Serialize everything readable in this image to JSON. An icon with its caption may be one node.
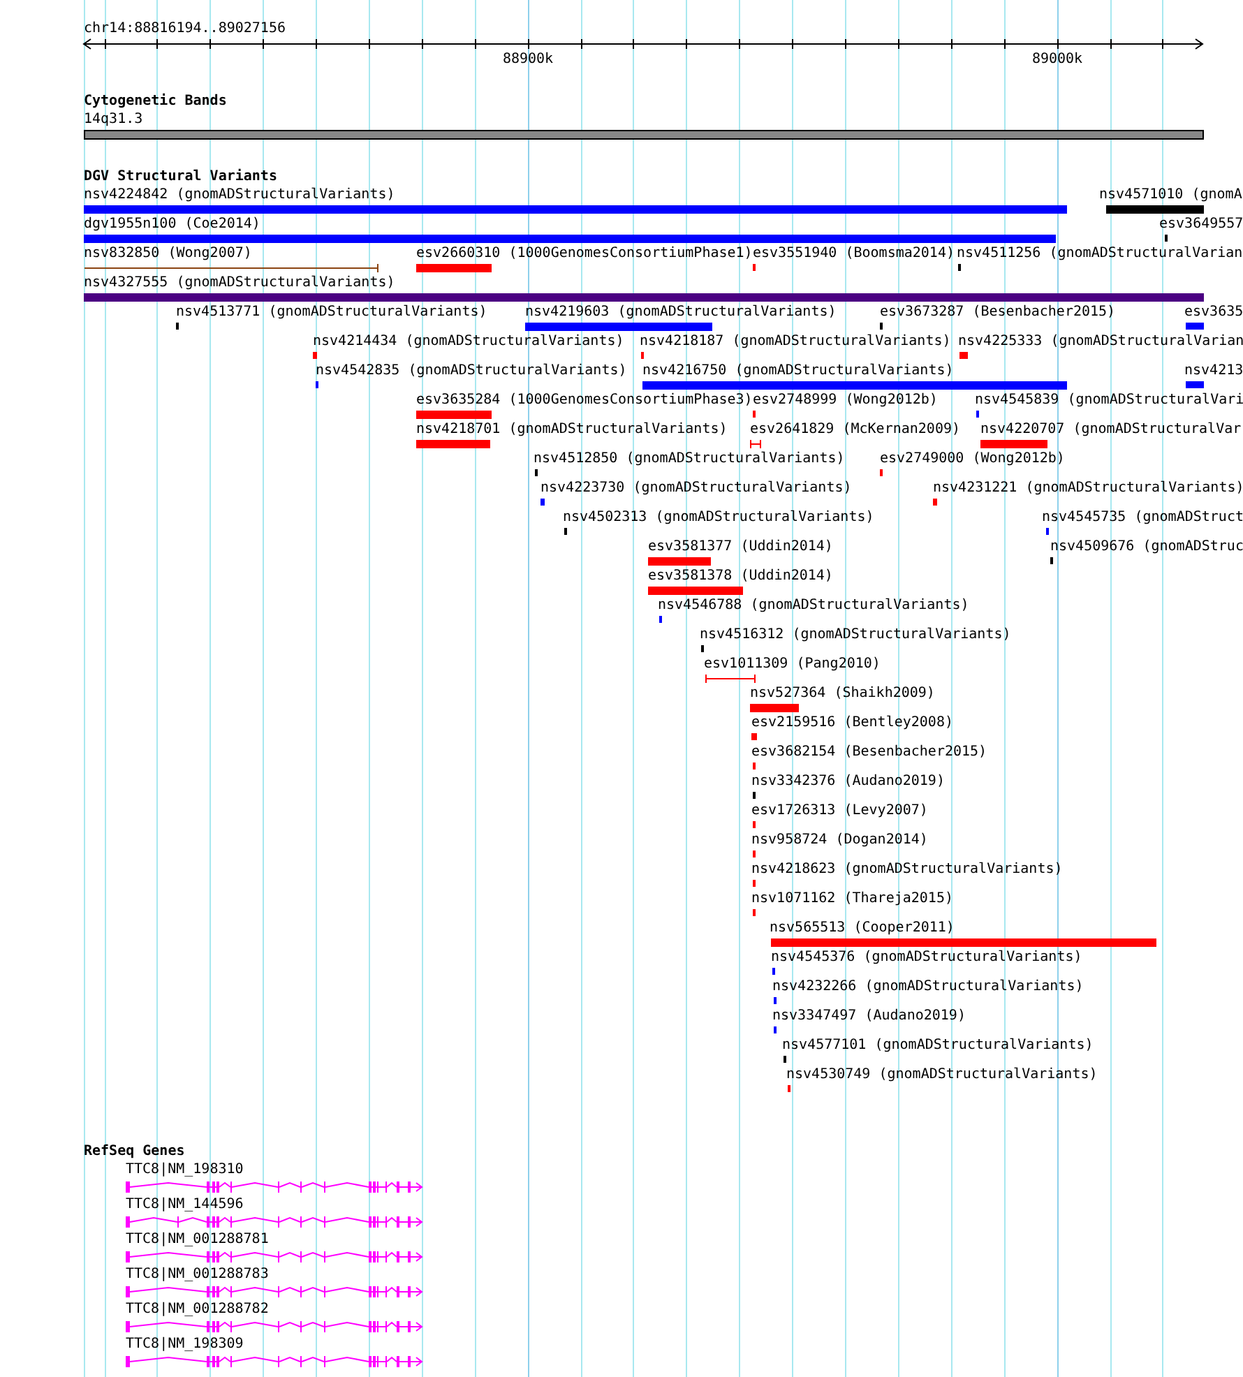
{
  "diagram": {
    "labels": [
      "chr14:88816194..89027156",
      "88900k",
      "89000k",
      "Cytogenetic Bands",
      "14q31.3",
      "DGV Structural Variants",
      "nsv4224842 (gnomADStructuralVariants)",
      "nsv4571010 (gnomA",
      "dgv1955n100 (Coe2014)",
      "esv3649557",
      "nsv832850 (Wong2007)",
      "esv2660310 (1000GenomesConsortiumPhase1)",
      "esv3551940 (Boomsma2014)",
      "nsv4511256 (gnomADStructuralVarian",
      "nsv4327555 (gnomADStructuralVariants)",
      "nsv4513771 (gnomADStructuralVariants)",
      "nsv4219603 (gnomADStructuralVariants)",
      "esv3673287 (Besenbacher2015)",
      "esv3635",
      "nsv4214434 (gnomADStructuralVariants)",
      "nsv4218187 (gnomADStructuralVariants)",
      "nsv4225333 (gnomADStructuralVarian",
      "nsv4542835 (gnomADStructuralVariants)",
      "nsv4216750 (gnomADStructuralVariants)",
      "nsv4213",
      "esv3635284 (1000GenomesConsortiumPhase3)",
      "esv2748999 (Wong2012b)",
      "nsv4545839 (gnomADStructuralVari",
      "nsv4218701 (gnomADStructuralVariants)",
      "esv2641829 (McKernan2009)",
      "nsv4220707 (gnomADStructuralVar",
      "nsv4512850 (gnomADStructuralVariants)",
      "esv2749000 (Wong2012b)",
      "nsv4223730 (gnomADStructuralVariants)",
      "nsv4231221 (gnomADStructuralVariants)",
      "nsv4502313 (gnomADStructuralVariants)",
      "nsv4545735 (gnomADStruct",
      "esv3581377 (Uddin2014)",
      "nsv4509676 (gnomADStruc",
      "esv3581378 (Uddin2014)",
      "nsv4546788 (gnomADStructuralVariants)",
      "nsv4516312 (gnomADStructuralVariants)",
      "esv1011309 (Pang2010)",
      "nsv527364 (Shaikh2009)",
      "esv2159516 (Bentley2008)",
      "esv3682154 (Besenbacher2015)",
      "nsv3342376 (Audano2019)",
      "esv1726313 (Levy2007)",
      "nsv958724 (Dogan2014)",
      "nsv4218623 (gnomADStructuralVariants)",
      "nsv1071162 (Thareja2015)",
      "nsv565513 (Cooper2011)",
      "nsv4545376 (gnomADStructuralVariants)",
      "nsv4232266 (gnomADStructuralVariants)",
      "nsv3347497 (Audano2019)",
      "nsv4577101 (gnomADStructuralVariants)",
      "nsv4530749 (gnomADStructuralVariants)",
      "RefSeq Genes",
      "TTC8|NM_198310",
      "TTC8|NM_144596",
      "TTC8|NM_001288781",
      "TTC8|NM_001288783",
      "TTC8|NM_001288782",
      "TTC8|NM_198309"
    ]
  }
}
